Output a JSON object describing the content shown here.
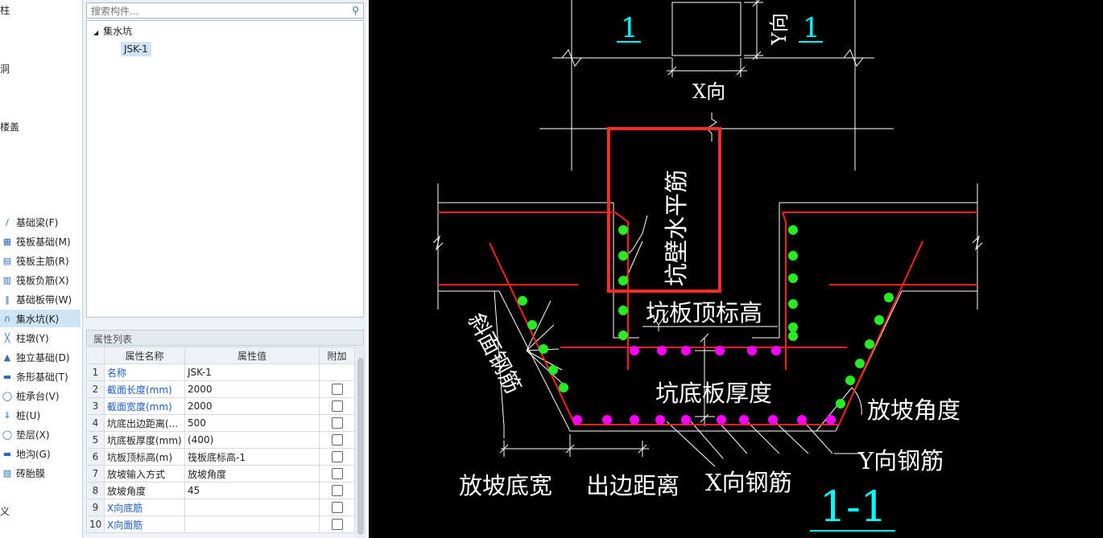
{
  "left_panel": {
    "fragments": [
      "柱",
      "洞",
      "楼盖",
      "义"
    ],
    "items": [
      {
        "label": "基础梁(F)",
        "icon": "beam-icon"
      },
      {
        "label": "筏板基础(M)",
        "icon": "raft-icon"
      },
      {
        "label": "筏板主筋(R)",
        "icon": "rebar-icon"
      },
      {
        "label": "筏板负筋(X)",
        "icon": "neg-rebar-icon"
      },
      {
        "label": "基础板带(W)",
        "icon": "strip-icon"
      },
      {
        "label": "集水坑(K)",
        "icon": "sump-icon"
      },
      {
        "label": "柱墩(Y)",
        "icon": "pier-icon"
      },
      {
        "label": "独立基础(D)",
        "icon": "isolated-footing-icon"
      },
      {
        "label": "条形基础(T)",
        "icon": "strip-footing-icon"
      },
      {
        "label": "桩承台(V)",
        "icon": "pile-cap-icon"
      },
      {
        "label": "桩(U)",
        "icon": "pile-icon"
      },
      {
        "label": "垫层(X)",
        "icon": "cushion-icon"
      },
      {
        "label": "地沟(G)",
        "icon": "trench-icon"
      },
      {
        "label": "砖胎膜",
        "icon": "brick-mold-icon"
      }
    ],
    "selected_index": 5
  },
  "search": {
    "placeholder": "搜索构件..."
  },
  "tree": {
    "parent": "集水坑",
    "child": "JSK-1"
  },
  "properties": {
    "title": "属性列表",
    "headers": [
      "属性名称",
      "属性值",
      "附加"
    ],
    "rows": [
      {
        "n": "1",
        "name": "名称",
        "value": "JSK-1",
        "blue": true,
        "check": false
      },
      {
        "n": "2",
        "name": "截面长度(mm)",
        "value": "2000",
        "blue": true,
        "check": true
      },
      {
        "n": "3",
        "name": "截面宽度(mm)",
        "value": "2000",
        "blue": true,
        "check": true
      },
      {
        "n": "4",
        "name": "坑底出边距离(...",
        "value": "500",
        "blue": false,
        "check": true
      },
      {
        "n": "5",
        "name": "坑底板厚度(mm)",
        "value": "(400)",
        "blue": false,
        "check": true
      },
      {
        "n": "6",
        "name": "坑板顶标高(m)",
        "value": "筏板底标高-1",
        "blue": false,
        "check": true
      },
      {
        "n": "7",
        "name": "放坡输入方式",
        "value": "放坡角度",
        "blue": false,
        "check": true
      },
      {
        "n": "8",
        "name": "放坡角度",
        "value": "45",
        "blue": false,
        "check": true
      },
      {
        "n": "9",
        "name": "X向底筋",
        "value": "",
        "blue": true,
        "check": true
      },
      {
        "n": "10",
        "name": "X向面筋",
        "value": "",
        "blue": true,
        "check": true
      }
    ]
  },
  "drawing": {
    "section_mark": "1",
    "x_dir": "X向",
    "y_dir": "Y向",
    "wall_horizontal_rebar": "坑壁水平筋",
    "slab_top_elev": "坑板顶标高",
    "slope_rebar": "斜面钢筋",
    "slab_thickness": "坑底板厚度",
    "slope_angle": "放坡角度",
    "y_rebar": "Y向钢筋",
    "slope_bottom_width": "放坡底宽",
    "edge_distance": "出边距离",
    "x_rebar": "X向钢筋",
    "section_title": "1-1",
    "colors": {
      "cyan": "#00ffff",
      "red": "#ff2020",
      "green": "#22ee22",
      "magenta": "#ff00ff",
      "highlight": "#ff2a2a"
    }
  }
}
